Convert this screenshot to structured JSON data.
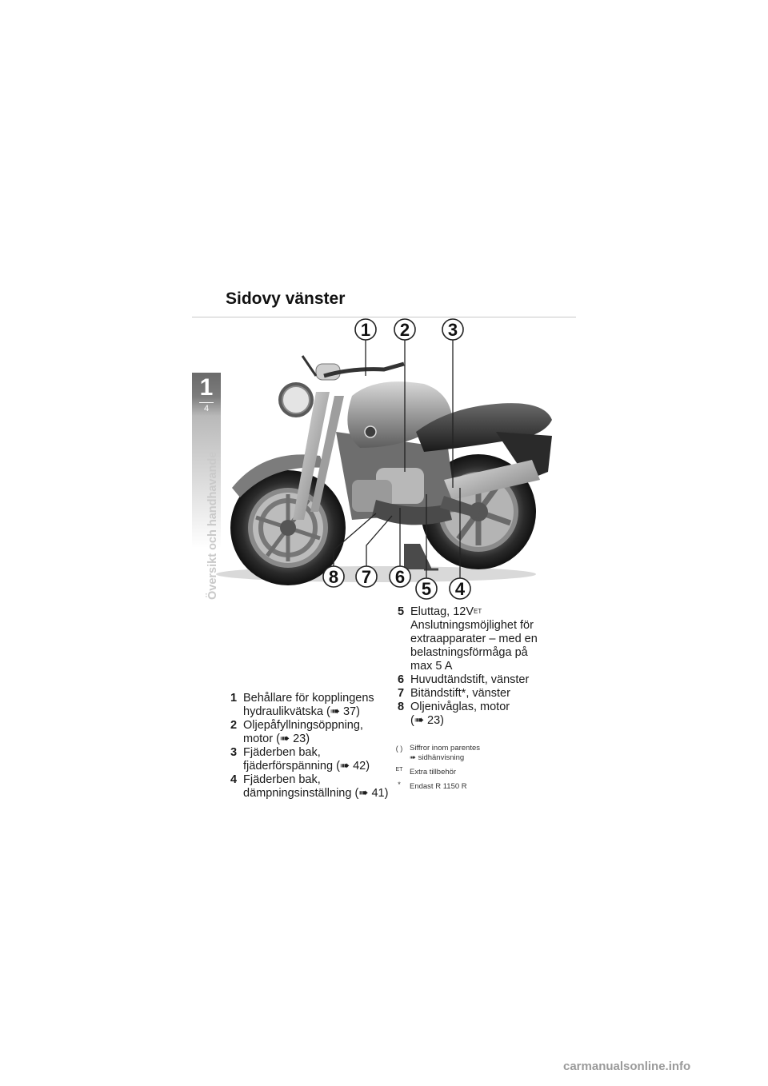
{
  "page": {
    "title": "Sidovy vänster",
    "chapter_number": "1",
    "page_number": "4",
    "side_label": "Översikt och handhavande"
  },
  "callouts": [
    "1",
    "2",
    "3",
    "4",
    "5",
    "6",
    "7",
    "8"
  ],
  "descriptions_left": [
    {
      "num": "1",
      "lines": [
        "Behållare för kopplingens",
        "hydraulikvätska (➠ 37)"
      ]
    },
    {
      "num": "2",
      "lines": [
        "Oljepåfyllningsöppning,",
        "motor (➠ 23)"
      ]
    },
    {
      "num": "3",
      "lines": [
        "Fjäderben bak,",
        "fjäderförspänning (➠ 42)"
      ]
    },
    {
      "num": "4",
      "lines": [
        "Fjäderben bak,",
        "dämpningsinställning (➠ 41)"
      ]
    }
  ],
  "descriptions_right": [
    {
      "num": "5",
      "lines": [
        "Eluttag, 12V",
        "Anslutningsmöjlighet för",
        "extraapparater – med en",
        "belastningsförmåga på",
        "max 5 A"
      ],
      "sup": "ET"
    },
    {
      "num": "6",
      "lines": [
        "Huvudtändstift, vänster"
      ]
    },
    {
      "num": "7",
      "lines": [
        "Bitändstift*, vänster"
      ]
    },
    {
      "num": "8",
      "lines": [
        "Oljenivåglas, motor",
        "(➠ 23)"
      ]
    }
  ],
  "legend": [
    {
      "symbol": "(  )",
      "text": "Siffror inom parentes",
      "subtext": "➠ sidhänvisning"
    },
    {
      "symbol": "ET",
      "text": "Extra tillbehör"
    },
    {
      "symbol": "*",
      "text": "Endast R 1150 R"
    }
  ],
  "watermark": "carmanualsonline.info",
  "colors": {
    "tab": "#6a6a6a",
    "side_label": "#c9c9c9",
    "watermark": "#9a9a9a"
  }
}
